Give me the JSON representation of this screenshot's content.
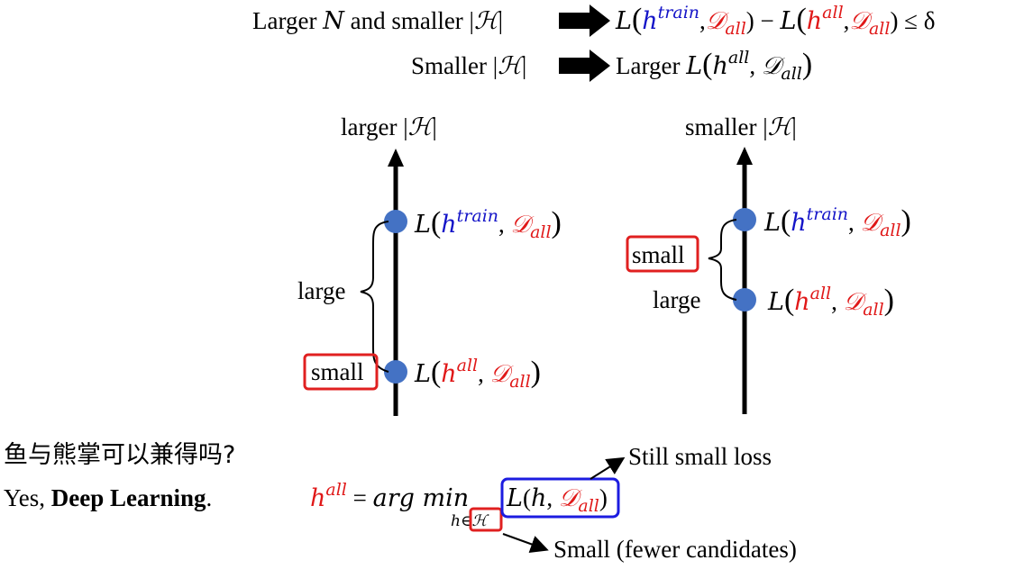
{
  "colors": {
    "text": "#000000",
    "blue_term": "#1414c8",
    "red_term": "#e01818",
    "node_fill": "#4472c4",
    "red_box": "#e02020",
    "blue_box": "#1c1ce0"
  },
  "header": {
    "line1": {
      "prefix_a": "Larger ",
      "n_symbol": "N",
      "prefix_b": " and smaller |",
      "h_cal": "ℋ",
      "prefix_c": "|",
      "loss1": "L",
      "h1": "h",
      "h1_sup": "train",
      "d1": "𝒟",
      "d1_sub": "all",
      "minus": ") − ",
      "loss2": "L",
      "h2": "h",
      "h2_sup": "all",
      "d2": "𝒟",
      "d2_sub": "all",
      "leq": ") ≤ δ"
    },
    "line2": {
      "prefix": "Smaller |",
      "h_cal": "ℋ",
      "suffix": "|",
      "result": "Larger ",
      "loss": "L",
      "h": "h",
      "h_sup": "all",
      "d": "𝒟",
      "d_sub": "all"
    }
  },
  "left_diagram": {
    "axis_title_prefix": "larger |",
    "axis_title_h": "ℋ",
    "axis_title_suffix": "|",
    "brace_label": "large",
    "boxed_label": "small",
    "upper": {
      "loss": "L",
      "h": "h",
      "h_sup": "train",
      "d": "𝒟",
      "d_sub": "all"
    },
    "lower": {
      "loss": "L",
      "h": "h",
      "h_sup": "all",
      "d": "𝒟",
      "d_sub": "all"
    }
  },
  "right_diagram": {
    "axis_title_prefix": "smaller |",
    "axis_title_h": "ℋ",
    "axis_title_suffix": "|",
    "boxed_label": "small",
    "plain_label": "large",
    "upper": {
      "loss": "L",
      "h": "h",
      "h_sup": "train",
      "d": "𝒟",
      "d_sub": "all"
    },
    "lower": {
      "loss": "L",
      "h": "h",
      "h_sup": "all",
      "d": "𝒟",
      "d_sub": "all"
    }
  },
  "bottom": {
    "question": "鱼与熊掌可以兼得吗?",
    "answer_prefix": "Yes, ",
    "answer_bold": "Deep Learning",
    "answer_suffix": ".",
    "formula": {
      "h": "h",
      "h_sup": "all",
      "eq": " = ",
      "argmin": "arg min",
      "sub_h": "h",
      "sub_in": "∈",
      "sub_set": "ℋ",
      "loss": "L",
      "inner_h": "h",
      "d": "𝒟",
      "d_sub": "all"
    },
    "note_top": "Still small loss",
    "note_bottom": "Small (fewer candidates)"
  }
}
